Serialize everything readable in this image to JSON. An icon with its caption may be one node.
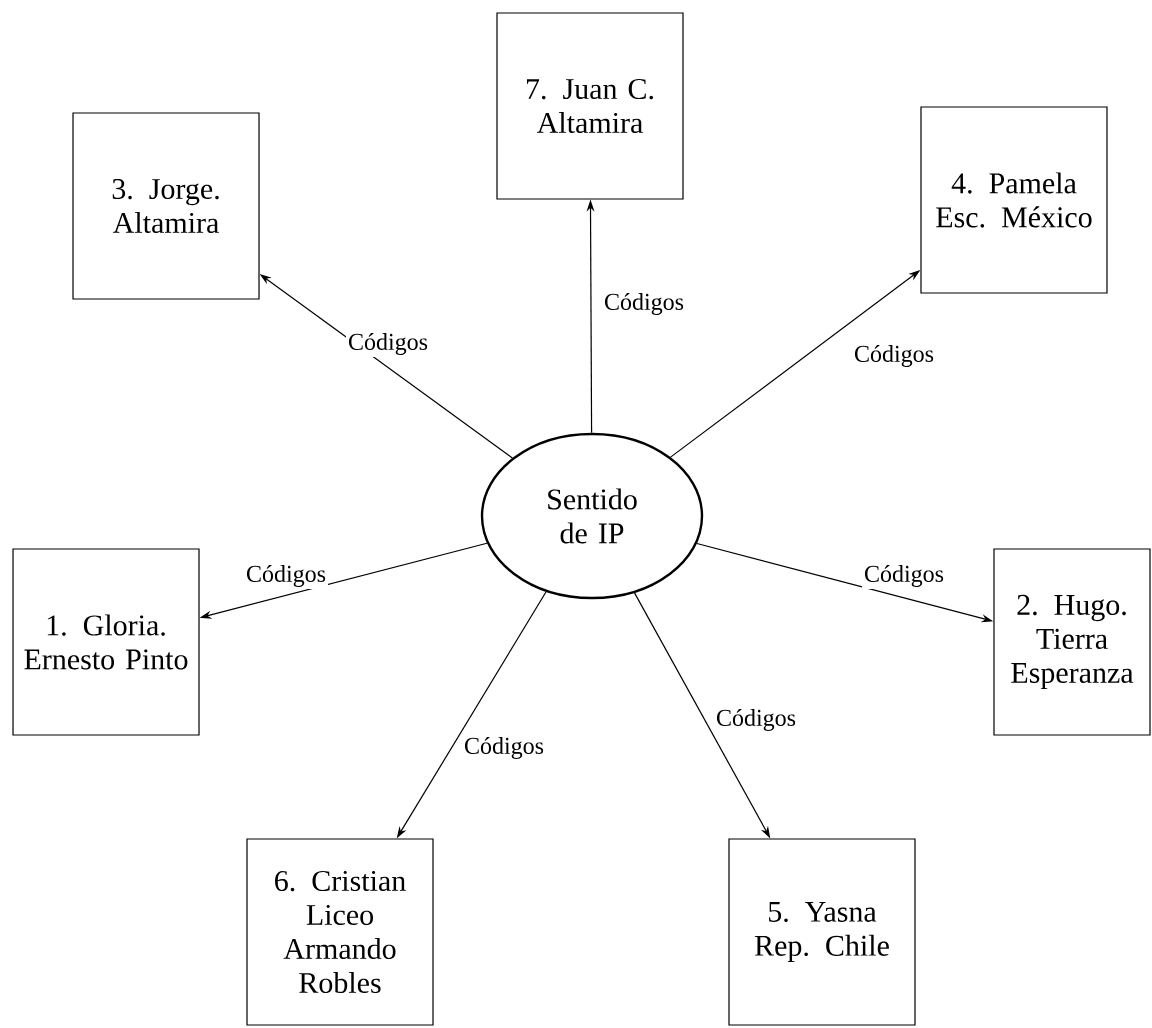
{
  "diagram": {
    "nodes": [
      {
        "text": [
          "7. Juan C. Altamira"
        ]
      },
      {
        "text": [
          "3. Jorge. Altamira"
        ]
      },
      {
        "text": [
          "4. Pamela Esc. México"
        ]
      },
      {
        "text": [
          "Sentido de IP"
        ]
      },
      {
        "text": [
          "1. Gloria. Ernesto Pinto"
        ]
      },
      {
        "text": [
          "2. Hugo. Tierra Esperanza"
        ]
      },
      {
        "text": [
          "6. Cristian Liceo Armando Robles"
        ]
      },
      {
        "text": [
          "5. Yasna Rep. Chile"
        ]
      }
    ],
    "edges": [
      {
        "from": 3,
        "to": 0,
        "arrow": "to",
        "label": "Códigos"
      },
      {
        "from": 3,
        "to": 1,
        "arrow": "to",
        "label": "Códigos"
      },
      {
        "from": 3,
        "to": 2,
        "arrow": "to",
        "label": "Códigos"
      },
      {
        "from": 3,
        "to": 4,
        "arrow": "to",
        "label": "Códigos"
      },
      {
        "from": 3,
        "to": 5,
        "arrow": "to",
        "label": "Códigos"
      },
      {
        "from": 3,
        "to": 6,
        "arrow": "to",
        "label": "Códigos"
      },
      {
        "from": 3,
        "to": 7,
        "arrow": "to",
        "label": "Códigos"
      }
    ]
  }
}
